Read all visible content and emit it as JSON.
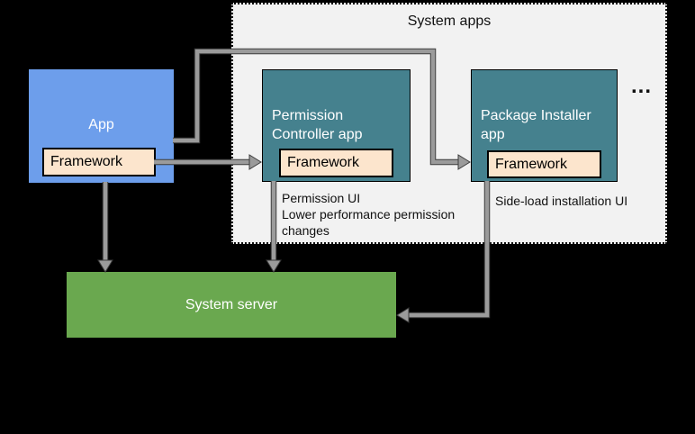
{
  "region": {
    "label": "System apps",
    "ellipsis": "..."
  },
  "boxes": {
    "app": {
      "title": "App",
      "framework": "Framework"
    },
    "permission_controller": {
      "title": "Permission Controller app",
      "framework": "Framework"
    },
    "package_installer": {
      "title": "Package Installer app",
      "framework": "Framework"
    },
    "system_server": {
      "title": "System server"
    }
  },
  "annotations": {
    "permission_controller": {
      "line1": "Permission UI",
      "line2": "Lower performance permission changes"
    },
    "package_installer": "Side-load installation UI"
  },
  "connectors": [
    {
      "from": "app",
      "to": "package-installer-framework",
      "style": "elbow-right-arrow"
    },
    {
      "from": "app-framework",
      "to": "permission-controller-framework",
      "style": "straight-right-arrow"
    },
    {
      "from": "app",
      "to": "system-server",
      "style": "straight-down-arrow"
    },
    {
      "from": "permission-controller",
      "to": "system-server",
      "style": "straight-down-arrow"
    },
    {
      "from": "package-installer-framework",
      "to": "system-server",
      "style": "elbow-left-arrow"
    }
  ],
  "colors": {
    "background": "#000000",
    "app_blue": "#6d9eeb",
    "system_app_teal": "#45818e",
    "framework_cream": "#fce5cd",
    "server_green": "#6aa84f",
    "region_gray": "#f2f2f2",
    "connector_gray": "#9b9b9b",
    "text_dark": "#111111",
    "text_light": "#ffffff"
  }
}
